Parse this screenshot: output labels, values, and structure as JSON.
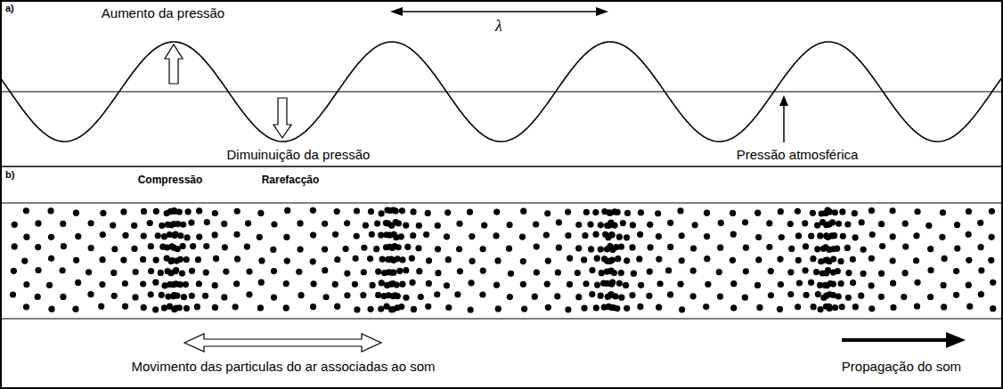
{
  "diagram": {
    "labels": [
      "a)",
      "Aumento da pressão",
      "λ",
      "Dimuinuição da pressão",
      "Pressão atmosférica",
      "b)",
      "Compressão",
      "Rarefacção",
      "Movimento das particulas do ar associadas ao som",
      "Propagação do som"
    ]
  }
}
